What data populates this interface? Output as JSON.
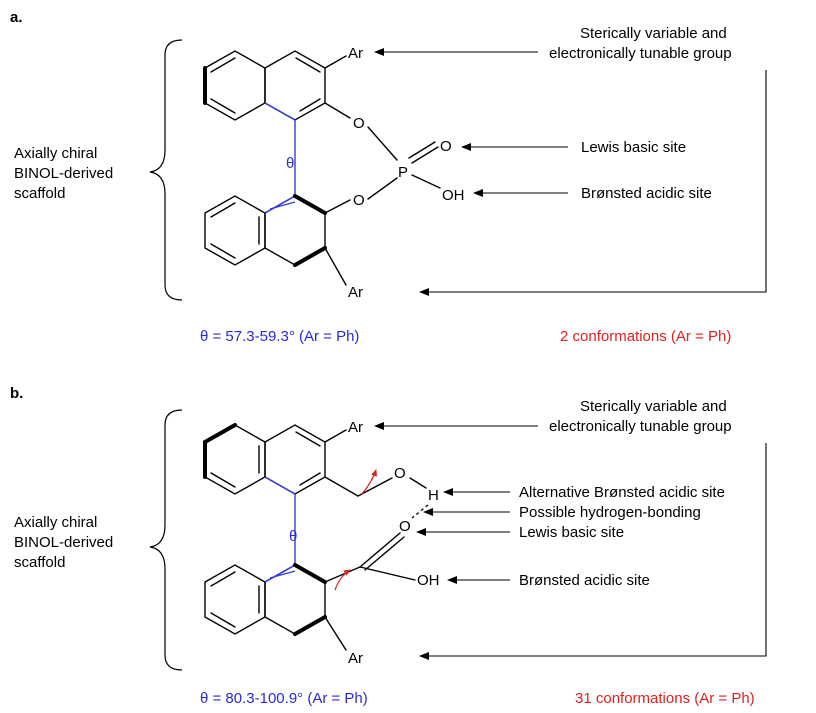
{
  "panel_a": {
    "label": "a.",
    "scaffold_label": [
      "Axially chiral",
      "BINOL-derived",
      "scaffold"
    ],
    "theta_symbol": "θ",
    "angle_text": "θ = 57.3-59.3° (Ar = Ph)",
    "conformations_text": "2 conformations (Ar = Ph)",
    "annotations": {
      "steric_line1": "Sterically variable and",
      "steric_line2": "electronically tunable group",
      "lewis": "Lewis basic site",
      "bronsted": "Brønsted acidic site"
    },
    "atoms": {
      "ar_top": "Ar",
      "ar_bottom": "Ar",
      "o1": "O",
      "o2": "O",
      "o3": "O",
      "p": "P",
      "oh": "OH"
    }
  },
  "panel_b": {
    "label": "b.",
    "scaffold_label": [
      "Axially chiral",
      "BINOL-derived",
      "scaffold"
    ],
    "theta_symbol": "θ",
    "angle_text": "θ = 80.3-100.9° (Ar = Ph)",
    "conformations_text": "31 conformations (Ar = Ph)",
    "annotations": {
      "steric_line1": "Sterically variable and",
      "steric_line2": "electronically tunable group",
      "alt_bronsted": "Alternative Brønsted acidic site",
      "hbond": "Possible hydrogen-bonding",
      "lewis": "Lewis basic site",
      "bronsted": "Brønsted acidic site"
    },
    "atoms": {
      "ar_top": "Ar",
      "ar_bottom": "Ar",
      "o_alc": "O",
      "h": "H",
      "o_carb": "O",
      "oh": "OH"
    }
  }
}
